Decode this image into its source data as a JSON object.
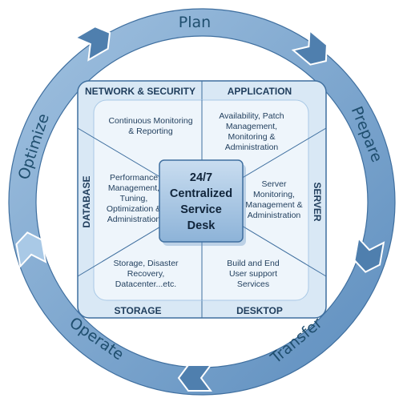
{
  "colors": {
    "ring": "#6f9cc8",
    "ring_light": "#d8e7f5",
    "arrow_dark": "#4f7fae",
    "arrow_light": "#a9c9e6",
    "panel": "#d9e8f5",
    "inner": "#eef5fb",
    "center": "#9ec0df",
    "text": "#1f3d5c"
  },
  "ring_labels": {
    "plan": "Plan",
    "prepare": "Prepare",
    "transfer": "Transfer",
    "operate": "Operate",
    "optimize": "Optimize"
  },
  "quadrants": {
    "network_security": "NETWORK & SECURITY",
    "application": "APPLICATION",
    "server": "SERVER",
    "desktop": "DESKTOP",
    "storage": "STORAGE",
    "database": "DATABASE"
  },
  "segments": {
    "network": [
      "Continuous Monitoring",
      "& Reporting"
    ],
    "application": [
      "Availability, Patch",
      "Management,",
      "Monitoring &",
      "Administration"
    ],
    "server": [
      "Server",
      "Monitoring,",
      "Management &",
      "Administration"
    ],
    "desktop": [
      "Build and End",
      "User support",
      "Services"
    ],
    "storage": [
      "Storage, Disaster",
      "Recovery,",
      "Datacenter...etc."
    ],
    "database": [
      "Performance",
      "Management,",
      "Tuning,",
      "Optimization &",
      "Administration"
    ]
  },
  "center": [
    "24/7",
    "Centralized",
    "Service",
    "Desk"
  ]
}
